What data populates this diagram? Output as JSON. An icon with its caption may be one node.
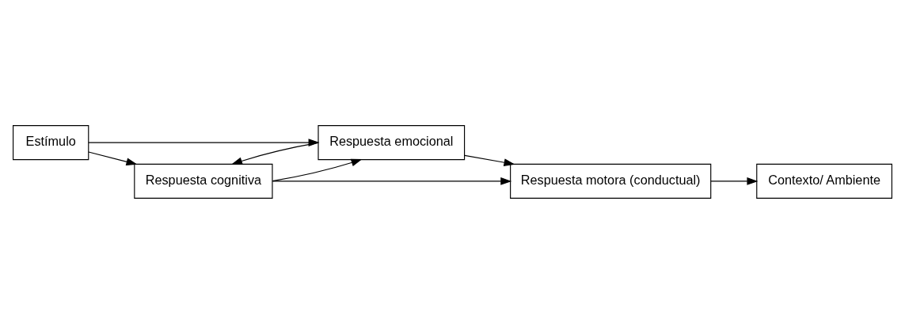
{
  "diagram": {
    "nodes": [
      {
        "text": [
          "Estímulo"
        ]
      },
      {
        "text": [
          "Respuesta cognitiva"
        ]
      },
      {
        "text": [
          "Respuesta emocional"
        ]
      },
      {
        "text": [
          "Respuesta motora (conductual)"
        ]
      },
      {
        "text": [
          "Contexto/ Ambiente"
        ]
      }
    ],
    "edges": [
      {
        "from": 0,
        "to": 1,
        "arrow": "to"
      },
      {
        "from": 0,
        "to": 2,
        "arrow": "to"
      },
      {
        "from": 2,
        "to": 1,
        "arrow": "to"
      },
      {
        "from": 1,
        "to": 2,
        "arrow": "to"
      },
      {
        "from": 1,
        "to": 3,
        "arrow": "to"
      },
      {
        "from": 2,
        "to": 3,
        "arrow": "to"
      },
      {
        "from": 3,
        "to": 4,
        "arrow": "to"
      }
    ]
  }
}
